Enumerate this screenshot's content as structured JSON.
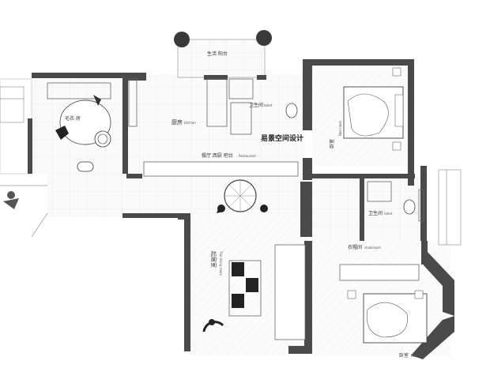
{
  "floorplan": {
    "rooms": {
      "balcony": {
        "cn": "生活 阳台",
        "en": ""
      },
      "study": {
        "cn": "毛衣 房",
        "en": ""
      },
      "kitchen": {
        "cn": "厨房",
        "en": "kitchen"
      },
      "toilet_top": {
        "cn": "卫生间",
        "en": "toilet"
      },
      "dining": {
        "cn": "餐厅 西厨 吧台",
        "en": "Restaurant"
      },
      "bedroom_top": {
        "cn": "卧室",
        "en": "Bed room"
      },
      "toilet_mid": {
        "cn": "卫生间",
        "en": "toilet"
      },
      "cloakroom": {
        "cn": "衣帽间",
        "en": "cloakroom"
      },
      "living": {
        "cn": "起居室",
        "en": "The living room"
      },
      "bedroom_bottom": {
        "cn": "卧室",
        "en": "Bed room"
      }
    },
    "brand": "易景空间设计"
  },
  "colors": {
    "wall": "#4a4a4a",
    "floor_tile": "#f7f7f7",
    "line": "#bbbbbb"
  }
}
